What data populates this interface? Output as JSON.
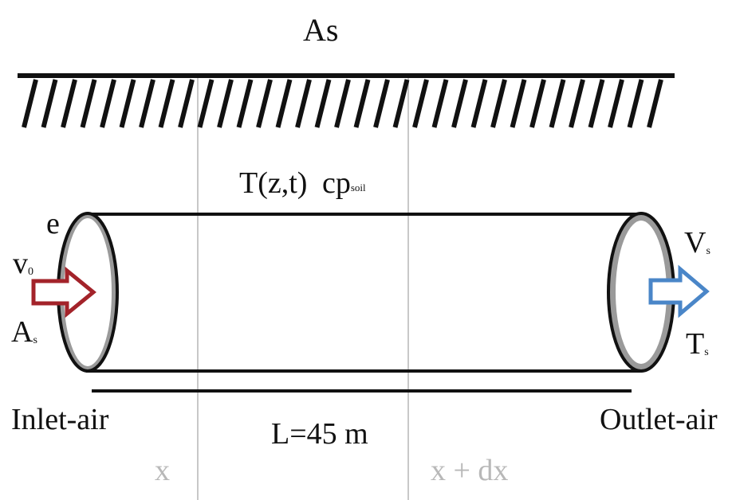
{
  "labels": {
    "top_surface": "As",
    "temperature": "T(z,t)",
    "heat_capacity_base": "cp",
    "heat_capacity_sub": "soil",
    "wall": "e",
    "inlet_velocity_base": "v",
    "inlet_velocity_sub": "0",
    "inlet_area_base": "A",
    "inlet_area_sub": "s",
    "outlet_velocity_base": "V",
    "outlet_velocity_sub": "s",
    "outlet_temperature_base": "T",
    "outlet_temperature_sub": "s",
    "inlet": "Inlet-air",
    "outlet": "Outlet-air",
    "length": "L=45 m",
    "x_pos": "x",
    "x_dx_pos": "x + dx"
  },
  "colors": {
    "line": "#111111",
    "inlet_arrow": "#a3232a",
    "outlet_arrow": "#4a86c8",
    "guide_line": "#c8c8c8",
    "end_cap_ring": "#9a9a9a",
    "muted_text": "#b8b8b8"
  },
  "icons": {
    "inlet_arrow": "right-arrow-outline-red",
    "outlet_arrow": "right-arrow-outline-blue",
    "ground": "hatched-ground-surface"
  }
}
